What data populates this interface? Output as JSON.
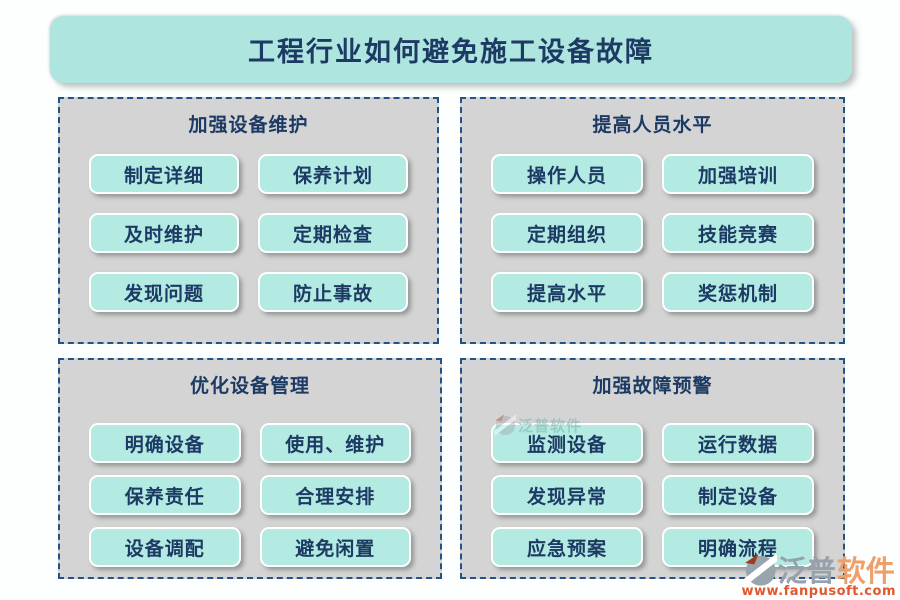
{
  "title": {
    "text": "工程行业如何避免施工设备故障"
  },
  "colors": {
    "banner_bg": "#aee5de",
    "panel_bg": "#d4d4d4",
    "panel_border": "#235384",
    "button_bg": "#b3eae2",
    "text_navy": "#1c3a63",
    "brand_gray": "#97a1ac",
    "brand_orange": "#eda06a",
    "url_orange": "#e3572f"
  },
  "panels": [
    {
      "title": "加强设备维护",
      "buttons": [
        "制定详细",
        "保养计划",
        "及时维护",
        "定期检查",
        "发现问题",
        "防止事故"
      ]
    },
    {
      "title": "提高人员水平",
      "buttons": [
        "操作人员",
        "加强培训",
        "定期组织",
        "技能竞赛",
        "提高水平",
        "奖惩机制"
      ]
    },
    {
      "title": "优化设备管理",
      "buttons": [
        "明确设备",
        "使用、维护",
        "保养责任",
        "合理安排",
        "设备调配",
        "避免闲置"
      ]
    },
    {
      "title": "加强故障预警",
      "buttons": [
        "监测设备",
        "运行数据",
        "发现异常",
        "制定设备",
        "应急预案",
        "明确流程"
      ]
    }
  ],
  "inline_watermark": {
    "text": "泛普软件"
  },
  "watermark": {
    "brand_gray": "泛普",
    "brand_orange": "软件",
    "url": "www.fanpusoft.com"
  }
}
